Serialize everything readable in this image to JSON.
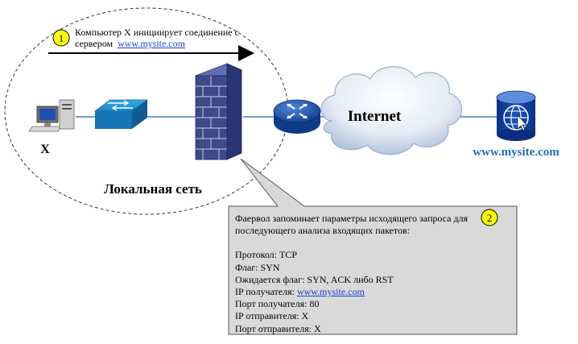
{
  "step1": {
    "number": "1",
    "line1": "Компьютер X инициирует соединение с",
    "line2_prefix": "сервером",
    "line2_link": "www.mysite.com"
  },
  "labels": {
    "computer": "X",
    "lan": "Локальная сеть",
    "internet": "Internet",
    "server_site": "www.mysite.com"
  },
  "step2": {
    "number": "2",
    "line1": "Фаервол запоминает параметры исходящего  запроса для",
    "line2": "последующего  анализа входящих  пакетов:",
    "protocol": "Протокол: TCP",
    "flag": "Флаг: SYN",
    "expected_flag": "Ожидается флаг:  SYN, ACK либо RST",
    "dst_ip_prefix": "IP получателя:",
    "dst_ip_link": "www.mysite.com",
    "dst_port": "Порт получателя:  80",
    "src_ip": "IP отправителя: X",
    "src_port": "Порт отправителя: X"
  },
  "colors": {
    "badge_fill": "#ffff00",
    "link": "#1f3fd6",
    "site_label": "#1f6fb5",
    "callout_fill": "#d9d9d9",
    "router_fill": "#1f58b5",
    "switch_fill": "#1c8fcf",
    "firewall_fill": "#3c4a8c"
  },
  "icons": [
    "computer-icon",
    "switch-icon",
    "firewall-icon",
    "router-icon",
    "cloud-icon",
    "server-globe-icon"
  ]
}
